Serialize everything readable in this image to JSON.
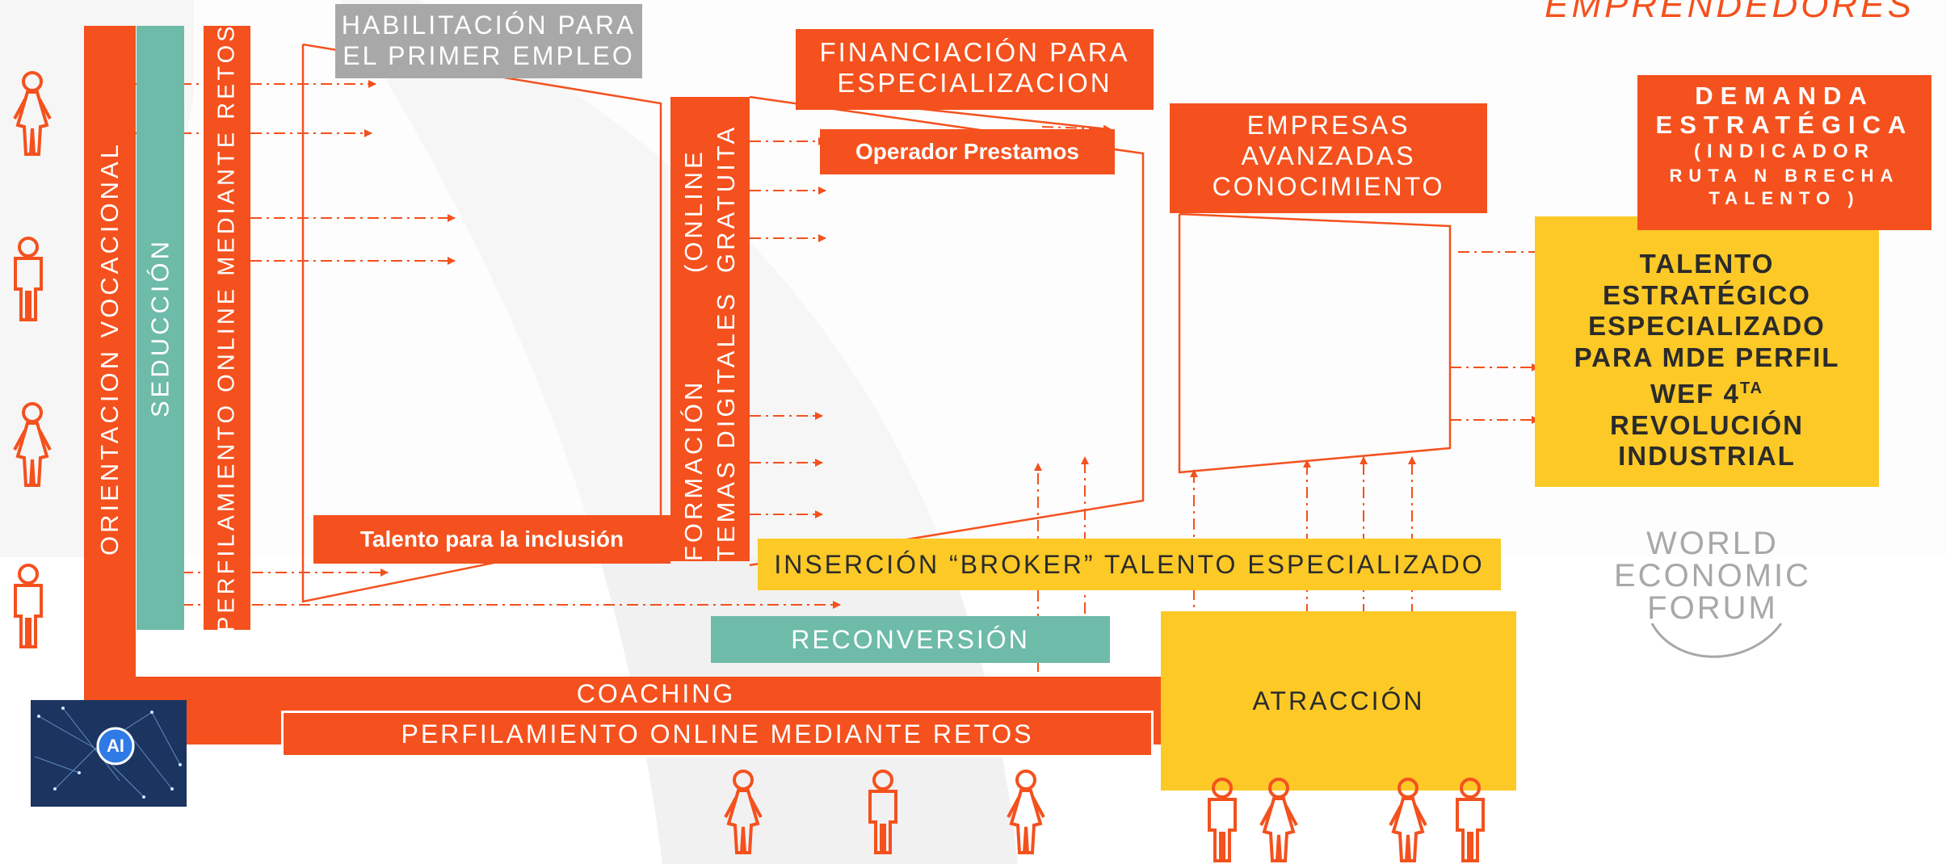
{
  "header_corner": "EMPRENDEDORES",
  "labels": {
    "orientacion": "ORIENTACION VOCACIONAL",
    "seduccion": "SEDUCCIÓN",
    "perfilamiento_vertical": "PERFILAMIENTO ONLINE MEDIANTE RETOS",
    "habilitacion_line1": "HABILITACIÓN PARA",
    "habilitacion_line2": "EL PRIMER EMPLEO",
    "formacion_line1": "FORMACIÓN TEMAS DIGITALES",
    "formacion_line2": "(ONLINE GRATUITA",
    "financiacion_line1": "FINANCIACIÓN PARA",
    "financiacion_line2": "ESPECIALIZACION",
    "operador": "Operador Prestamos",
    "empresas_line1": "EMPRESAS",
    "empresas_line2": "AVANZADAS",
    "empresas_line3": "CONOCIMIENTO",
    "demanda_line1": "DEMANDA",
    "demanda_line2": "ESTRATÉGICA",
    "demanda_line3": "(INDICADOR",
    "demanda_line4": "RUTA N BRECHA",
    "demanda_line5": "TALENTO )",
    "talento_line1": "TALENTO",
    "talento_line2": "ESTRATÉGICO",
    "talento_line3": "ESPECIALIZADO",
    "talento_line4": "PARA MDE PERFIL",
    "talento_line5": "WEF 4",
    "talento_line5_sup": "TA",
    "talento_line6": "REVOLUCIÓN",
    "talento_line7": "INDUSTRIAL",
    "talento_inclusion": "Talento para la inclusión",
    "insercion": "INSERCIÓN “BROKER” TALENTO ESPECIALIZADO",
    "reconversion": "RECONVERSIÓN",
    "coaching": "COACHING",
    "perfilamiento_horizontal": "PERFILAMIENTO ONLINE MEDIANTE RETOS",
    "atraccion": "ATRACCIÓN",
    "ai_badge": "AI"
  },
  "logo": {
    "line1": "WORLD",
    "line2": "ECONOMIC",
    "line3": "FORUM"
  },
  "colors": {
    "orange": "#f4511e",
    "teal": "#6dbba8",
    "gray": "#a8a8a8",
    "yellow": "#fcc927",
    "logo_gray": "#a8a8a8"
  },
  "icons": {
    "person_female": "person-female-icon",
    "person_male": "person-male-icon",
    "ai_brain": "ai-brain-icon",
    "arrow": "dash-dot-arrow"
  }
}
